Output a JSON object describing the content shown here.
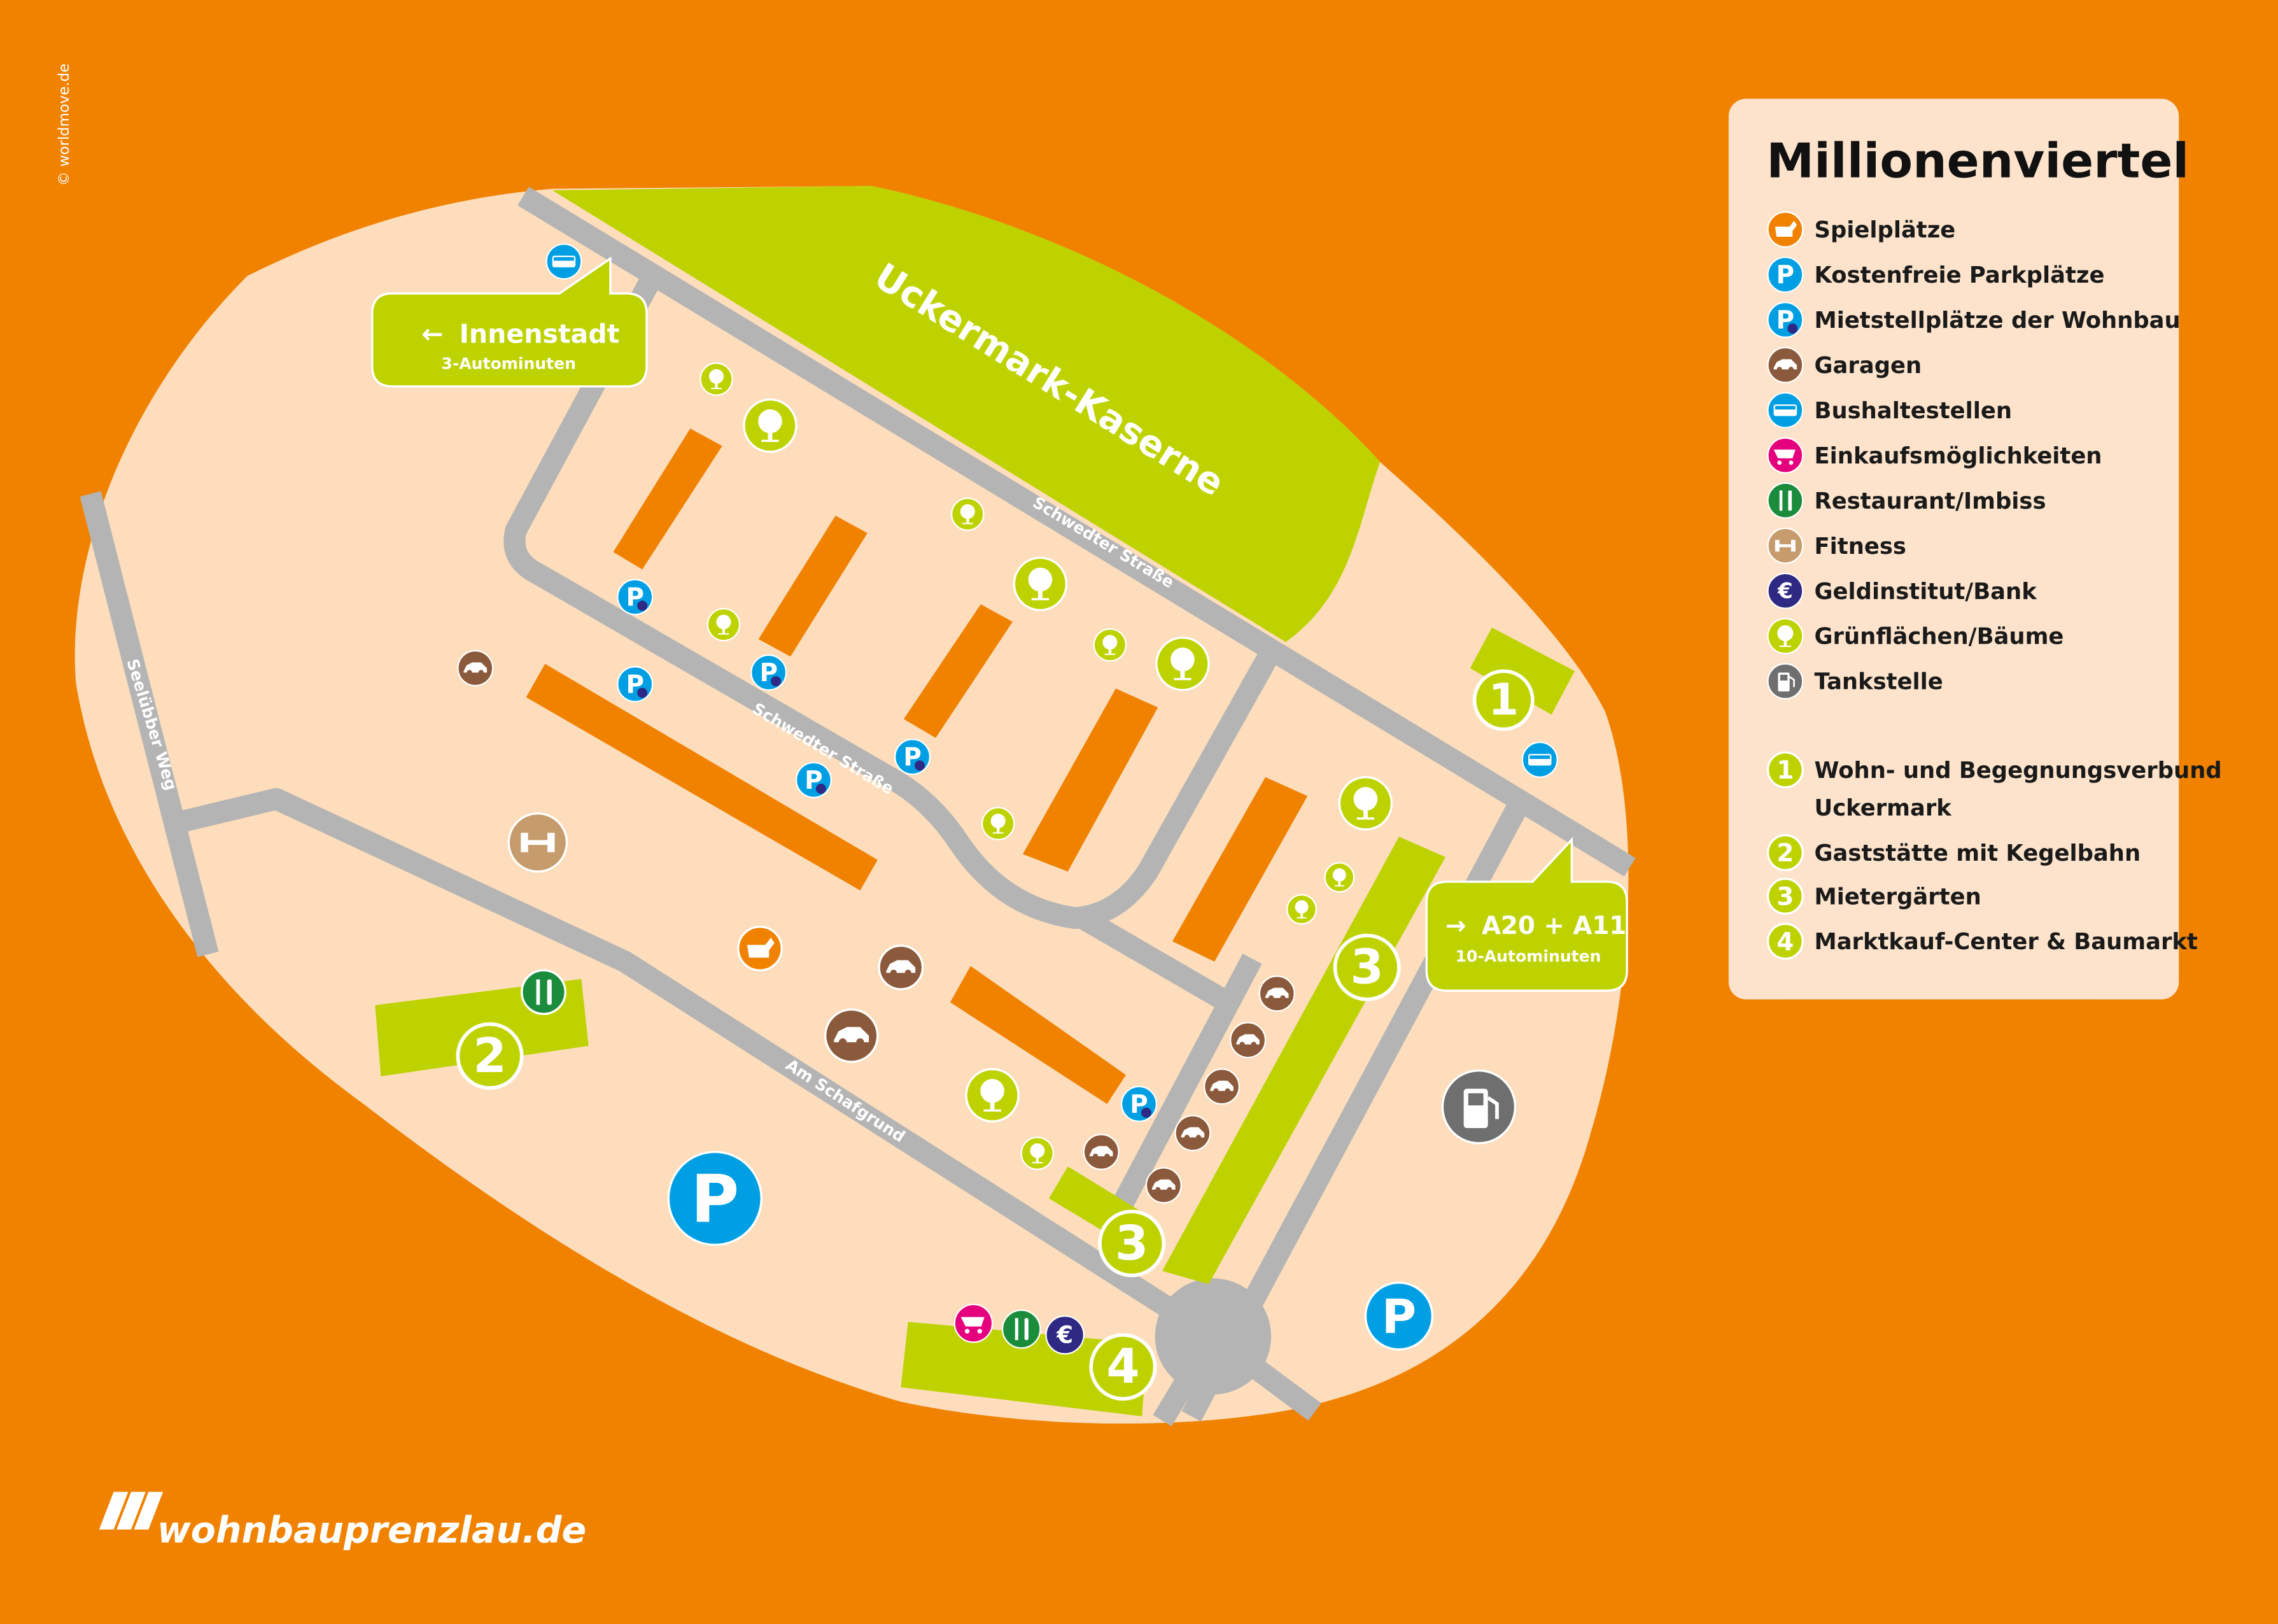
{
  "copyright": "© worldmove.de",
  "map": {
    "area_label": "Uckermark-Kaserne",
    "streets": {
      "schwedter_top": "Schwedter Straße",
      "schwedter_inner": "Schwedter Straße",
      "seeluebber": "Seelübber Weg",
      "schafgrund": "Am Schafgrund"
    },
    "callouts": {
      "innenstadt": {
        "title": "Innenstadt",
        "sub": "3-Autominuten",
        "arrow": "←"
      },
      "autobahn": {
        "title": "A20 + A11",
        "sub": "10-Autominuten",
        "arrow": "→"
      }
    },
    "numbers": [
      "1",
      "2",
      "3",
      "3",
      "4"
    ]
  },
  "legend": {
    "title": "Millionenviertel",
    "icons": [
      {
        "icon": "playground-icon",
        "label": "Spielplätze",
        "color": "#F08200"
      },
      {
        "icon": "parking-icon",
        "label": "Kostenfreie Parkplätze",
        "color": "#009FE3"
      },
      {
        "icon": "rent-parking-icon",
        "label": "Mietstellplätze der Wohnbau",
        "color": "#009FE3"
      },
      {
        "icon": "garage-icon",
        "label": "Garagen",
        "color": "#8B5A3C"
      },
      {
        "icon": "bus-icon",
        "label": "Bushaltestellen",
        "color": "#009FE3"
      },
      {
        "icon": "shopping-cart-icon",
        "label": "Einkaufsmöglichkeiten",
        "color": "#E5007D"
      },
      {
        "icon": "restaurant-icon",
        "label": "Restaurant/Imbiss",
        "color": "#1A8C3C"
      },
      {
        "icon": "fitness-icon",
        "label": "Fitness",
        "color": "#C69C6D"
      },
      {
        "icon": "bank-icon",
        "label": "Geldinstitut/Bank",
        "color": "#2E2A83"
      },
      {
        "icon": "tree-icon",
        "label": "Grünflächen/Bäume",
        "color": "#BED200"
      },
      {
        "icon": "fuel-icon",
        "label": "Tankstelle",
        "color": "#6F6F6F"
      }
    ],
    "numbered": [
      {
        "num": "1",
        "label": "Wohn- und Begegnungsverbund",
        "label2": "Uckermark"
      },
      {
        "num": "2",
        "label": "Gaststätte mit Kegelbahn"
      },
      {
        "num": "3",
        "label": "Mietergärten"
      },
      {
        "num": "4",
        "label": "Marktkauf-Center & Baumarkt"
      }
    ]
  },
  "logo": {
    "text": "wohnbauprenzlau.de"
  }
}
